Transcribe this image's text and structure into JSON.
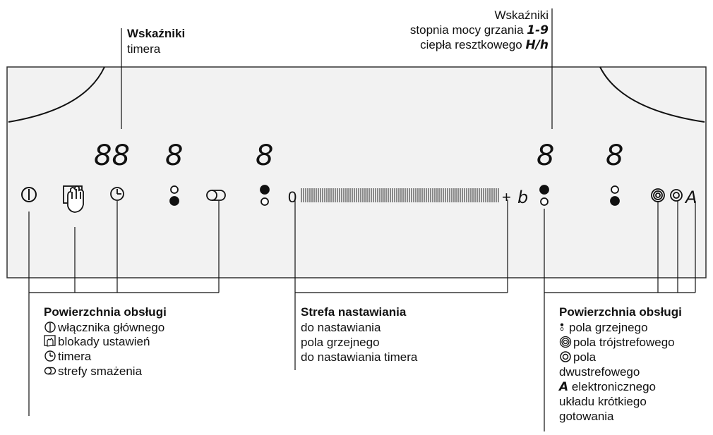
{
  "labels": {
    "timer_indicators": {
      "title": "Wskaźniki",
      "line1": "timera"
    },
    "power_indicators": {
      "title": "Wskaźniki",
      "line1": "stopnia mocy grzania",
      "line1_code": "1-9",
      "line2": "ciepła resztkowego",
      "line2_code": "H/h"
    },
    "control_left": {
      "title": "Powierzchnia obsługi",
      "items": [
        "włącznika głównego",
        "blokady ustawień",
        "timera",
        "strefy smażenia"
      ]
    },
    "setting_zone": {
      "title": "Strefa nastawiania",
      "lines": [
        "do nastawiania",
        "pola grzejnego",
        "do nastawiania timera"
      ]
    },
    "control_right": {
      "title": "Powierzchnia obsługi",
      "lines": [
        "pola grzejnego",
        "pola trójstrefowego",
        "pola",
        "dwustrefowego",
        "elektronicznego",
        "układu krótkiego",
        "gotowania"
      ]
    }
  },
  "panel": {
    "timer_digits": "88",
    "digit": "8",
    "slider_start": "0",
    "slider_end": "+",
    "booster": "b",
    "quick_cook": "A"
  },
  "colors": {
    "line": "#111111",
    "panel_border": "#333333",
    "background": "#ffffff"
  }
}
